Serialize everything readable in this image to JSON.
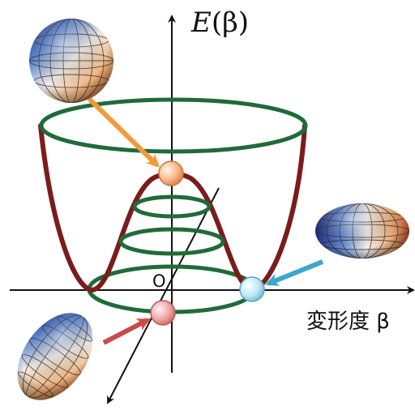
{
  "axis_labels": {
    "energy_var": "E",
    "energy_arg": "(β)",
    "origin": "O",
    "deformation": "変形度 β"
  },
  "colors": {
    "potential_curve": "#7b1c1c",
    "rings": "#1f6b3a",
    "axes": "#111111",
    "arrow_orange": "#f39a3a",
    "arrow_blue": "#3aa8c8",
    "arrow_red": "#c84a4a",
    "ball_orange": "#f7b889",
    "ball_blue": "#bde9f4",
    "ball_red": "#f2a6a6"
  },
  "icons": {
    "spherical_nucleus": "sphere-icon",
    "oblate_nucleus": "oblate-ellipsoid-icon",
    "prolate_nucleus": "prolate-ellipsoid-icon"
  }
}
